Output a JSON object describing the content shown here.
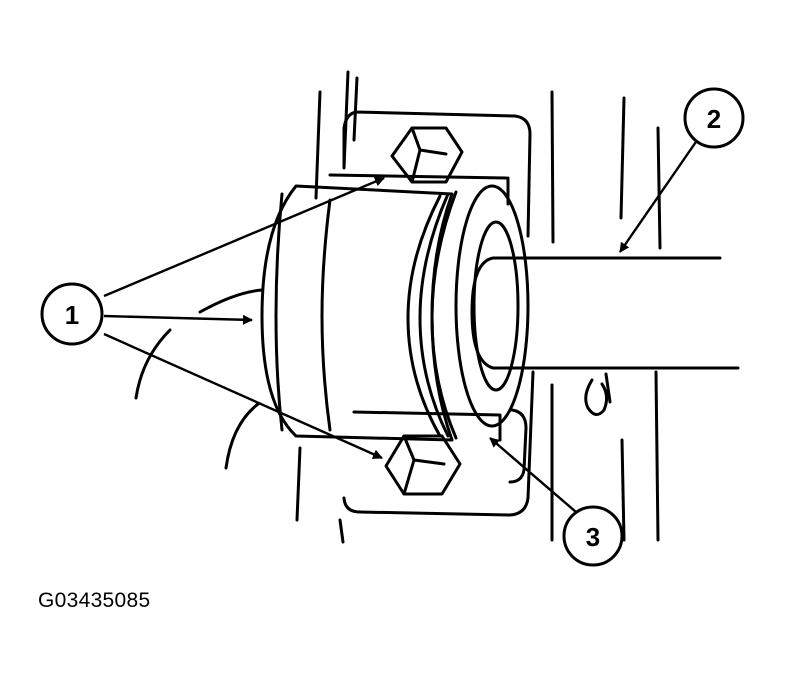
{
  "figure": {
    "code": "G03435085",
    "callouts": [
      {
        "id": 1,
        "label": "1"
      },
      {
        "id": 2,
        "label": "2"
      },
      {
        "id": 3,
        "label": "3"
      }
    ]
  }
}
